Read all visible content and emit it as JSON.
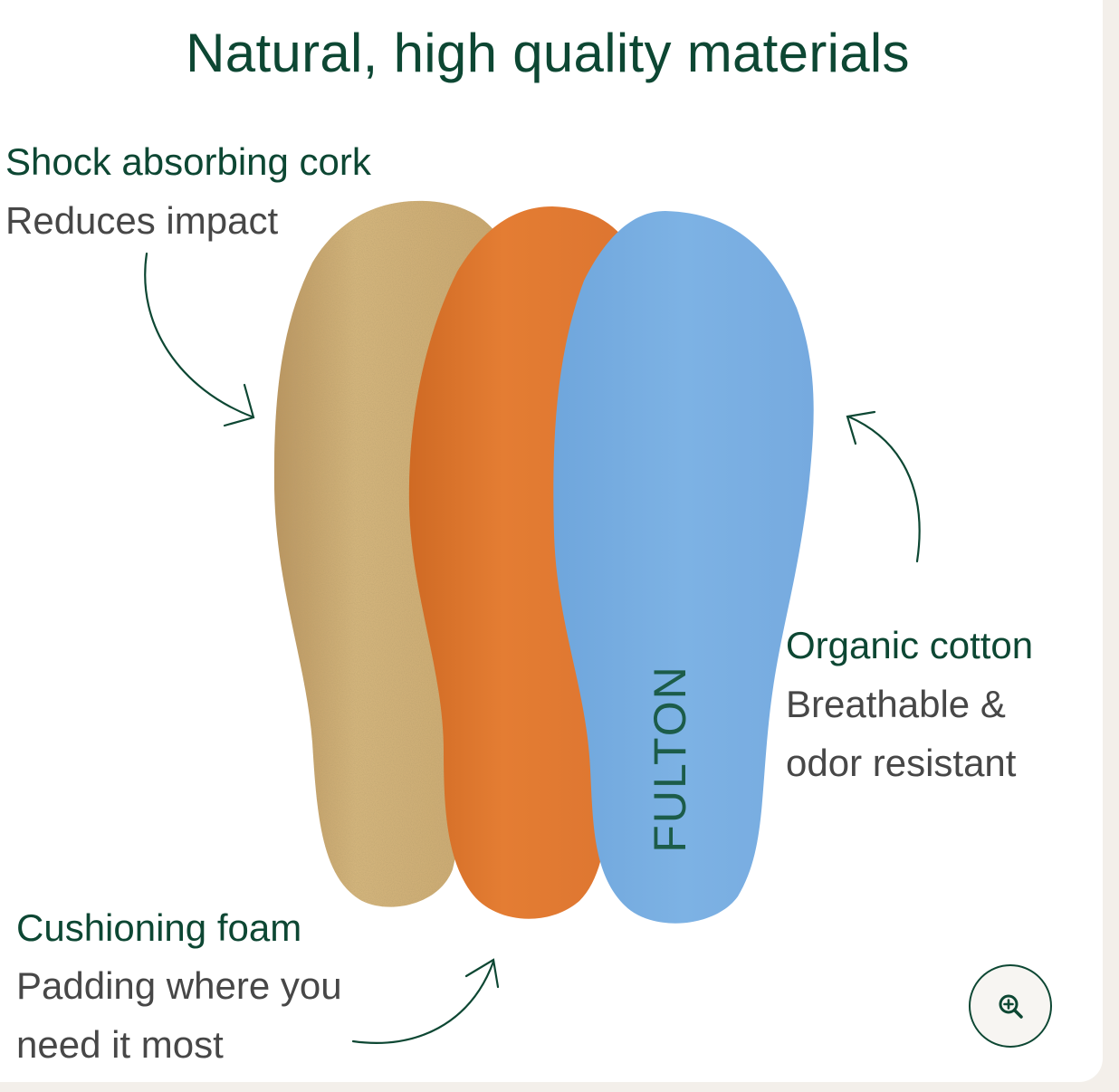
{
  "title": "Natural, high quality materials",
  "features": {
    "cork": {
      "heading": "Shock absorbing cork",
      "sub_line1": "Reduces impact"
    },
    "cotton": {
      "heading": "Organic cotton",
      "sub_line1": "Breathable &",
      "sub_line2": "odor resistant"
    },
    "foam": {
      "heading": "Cushioning foam",
      "sub_line1": "Padding where you",
      "sub_line2": "need it most"
    }
  },
  "insole_brand": "FULTON",
  "zoom_icon": "zoom-in-icon",
  "colors": {
    "heading_green": "#0d4733",
    "cork": "#c9a86c",
    "foam": "#e07a2e",
    "cotton": "#7aaee0"
  }
}
